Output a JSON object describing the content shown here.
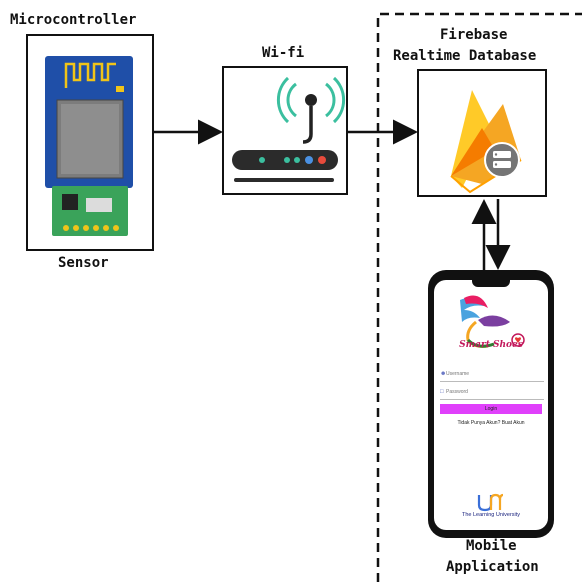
{
  "labels": {
    "microcontroller": "Microcontroller",
    "sensor": "Sensor",
    "wifi": "Wi-fi",
    "firebase_line1": "Firebase",
    "firebase_line2": "Realtime Database",
    "mobile_line1": "Mobile",
    "mobile_line2": "Application"
  },
  "app": {
    "title": "Smart Shoes",
    "username_placeholder": "Username",
    "password_placeholder": "Password",
    "login_button": "Login",
    "signup_text": "Tidak Punya Akun? Buat Akun",
    "university": "The Learning University"
  },
  "colors": {
    "board_blue": "#1f4fa8",
    "sensor_green": "#3aa35a",
    "wifi_teal": "#3bbf9f",
    "firebase_orange": "#f5a623",
    "firebase_yellow": "#ffca28",
    "login_magenta": "#e040fb"
  }
}
